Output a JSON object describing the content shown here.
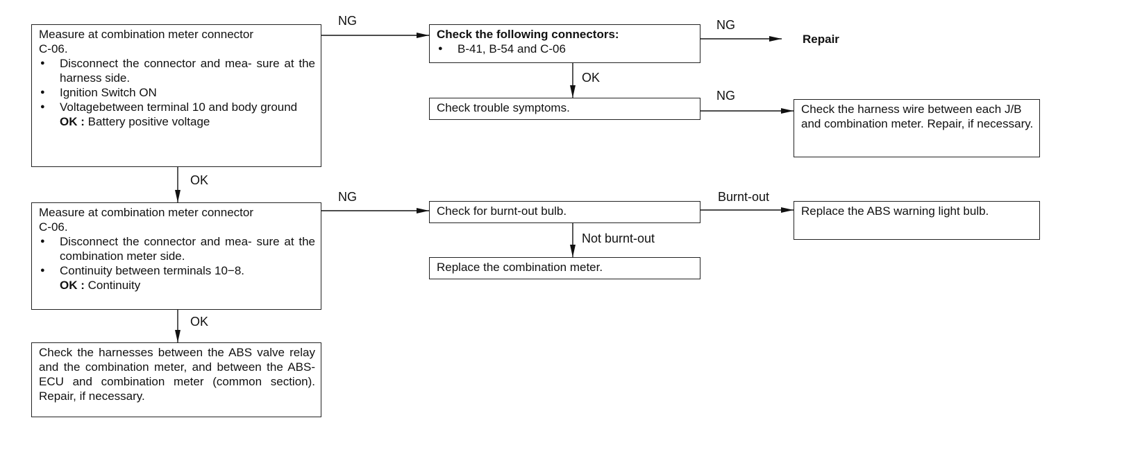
{
  "boxes": {
    "measure_voltage": {
      "title": "Measure at combination meter connector",
      "title2": "C-06.",
      "bullets": [
        "Disconnect the connector and mea- sure at the harness side.",
        "Ignition Switch ON",
        "Voltagebetween terminal 10 and body ground"
      ],
      "ok_key": "OK :",
      "ok_value": "Battery positive voltage"
    },
    "measure_continuity": {
      "title": "Measure at combination meter connector",
      "title2": "C-06.",
      "bullets": [
        "Disconnect the connector and mea- sure at the combination meter side.",
        "Continuity between terminals 10−8."
      ],
      "ok_key": "OK :",
      "ok_value": "Continuity"
    },
    "check_harnesses": {
      "text": "Check the harnesses between the ABS valve relay and the combination meter, and between the ABS-ECU and combination meter (common section). Repair, if necessary."
    },
    "check_connectors": {
      "title": "Check the following connectors:",
      "bullet": "B-41, B-54 and C-06"
    },
    "check_symptoms": {
      "text": "Check trouble symptoms."
    },
    "check_harness_wire": {
      "text": "Check the harness wire between each J/B and combination meter. Repair, if necessary."
    },
    "check_bulb": {
      "text": "Check for burnt-out bulb."
    },
    "replace_meter": {
      "text": "Replace the combination meter."
    },
    "replace_bulb": {
      "text": "Replace the ABS warning light bulb."
    }
  },
  "terminal": {
    "repair": "Repair"
  },
  "edge_labels": {
    "ng_1": "NG",
    "ng_2": "NG",
    "ng_3": "NG",
    "ng_4": "NG",
    "ok_1": "OK",
    "ok_2": "OK",
    "ok_3": "OK",
    "burnt_out": "Burnt-out",
    "not_burnt_out": "Not burnt-out"
  }
}
